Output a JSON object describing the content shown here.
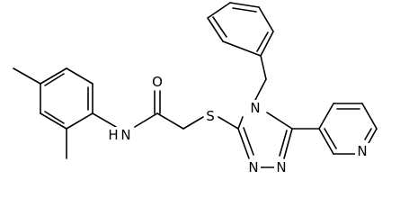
{
  "atoms": {
    "amide_n": "N",
    "amide_h": "H",
    "carbonyl_o": "O",
    "thioether_s": "S",
    "triazole_n4": "N",
    "triazole_n1": "N",
    "triazole_n2": "N",
    "pyridine_n": "N"
  },
  "colors": {
    "bond": "#000000",
    "text": "#000000",
    "background": "#ffffff"
  }
}
